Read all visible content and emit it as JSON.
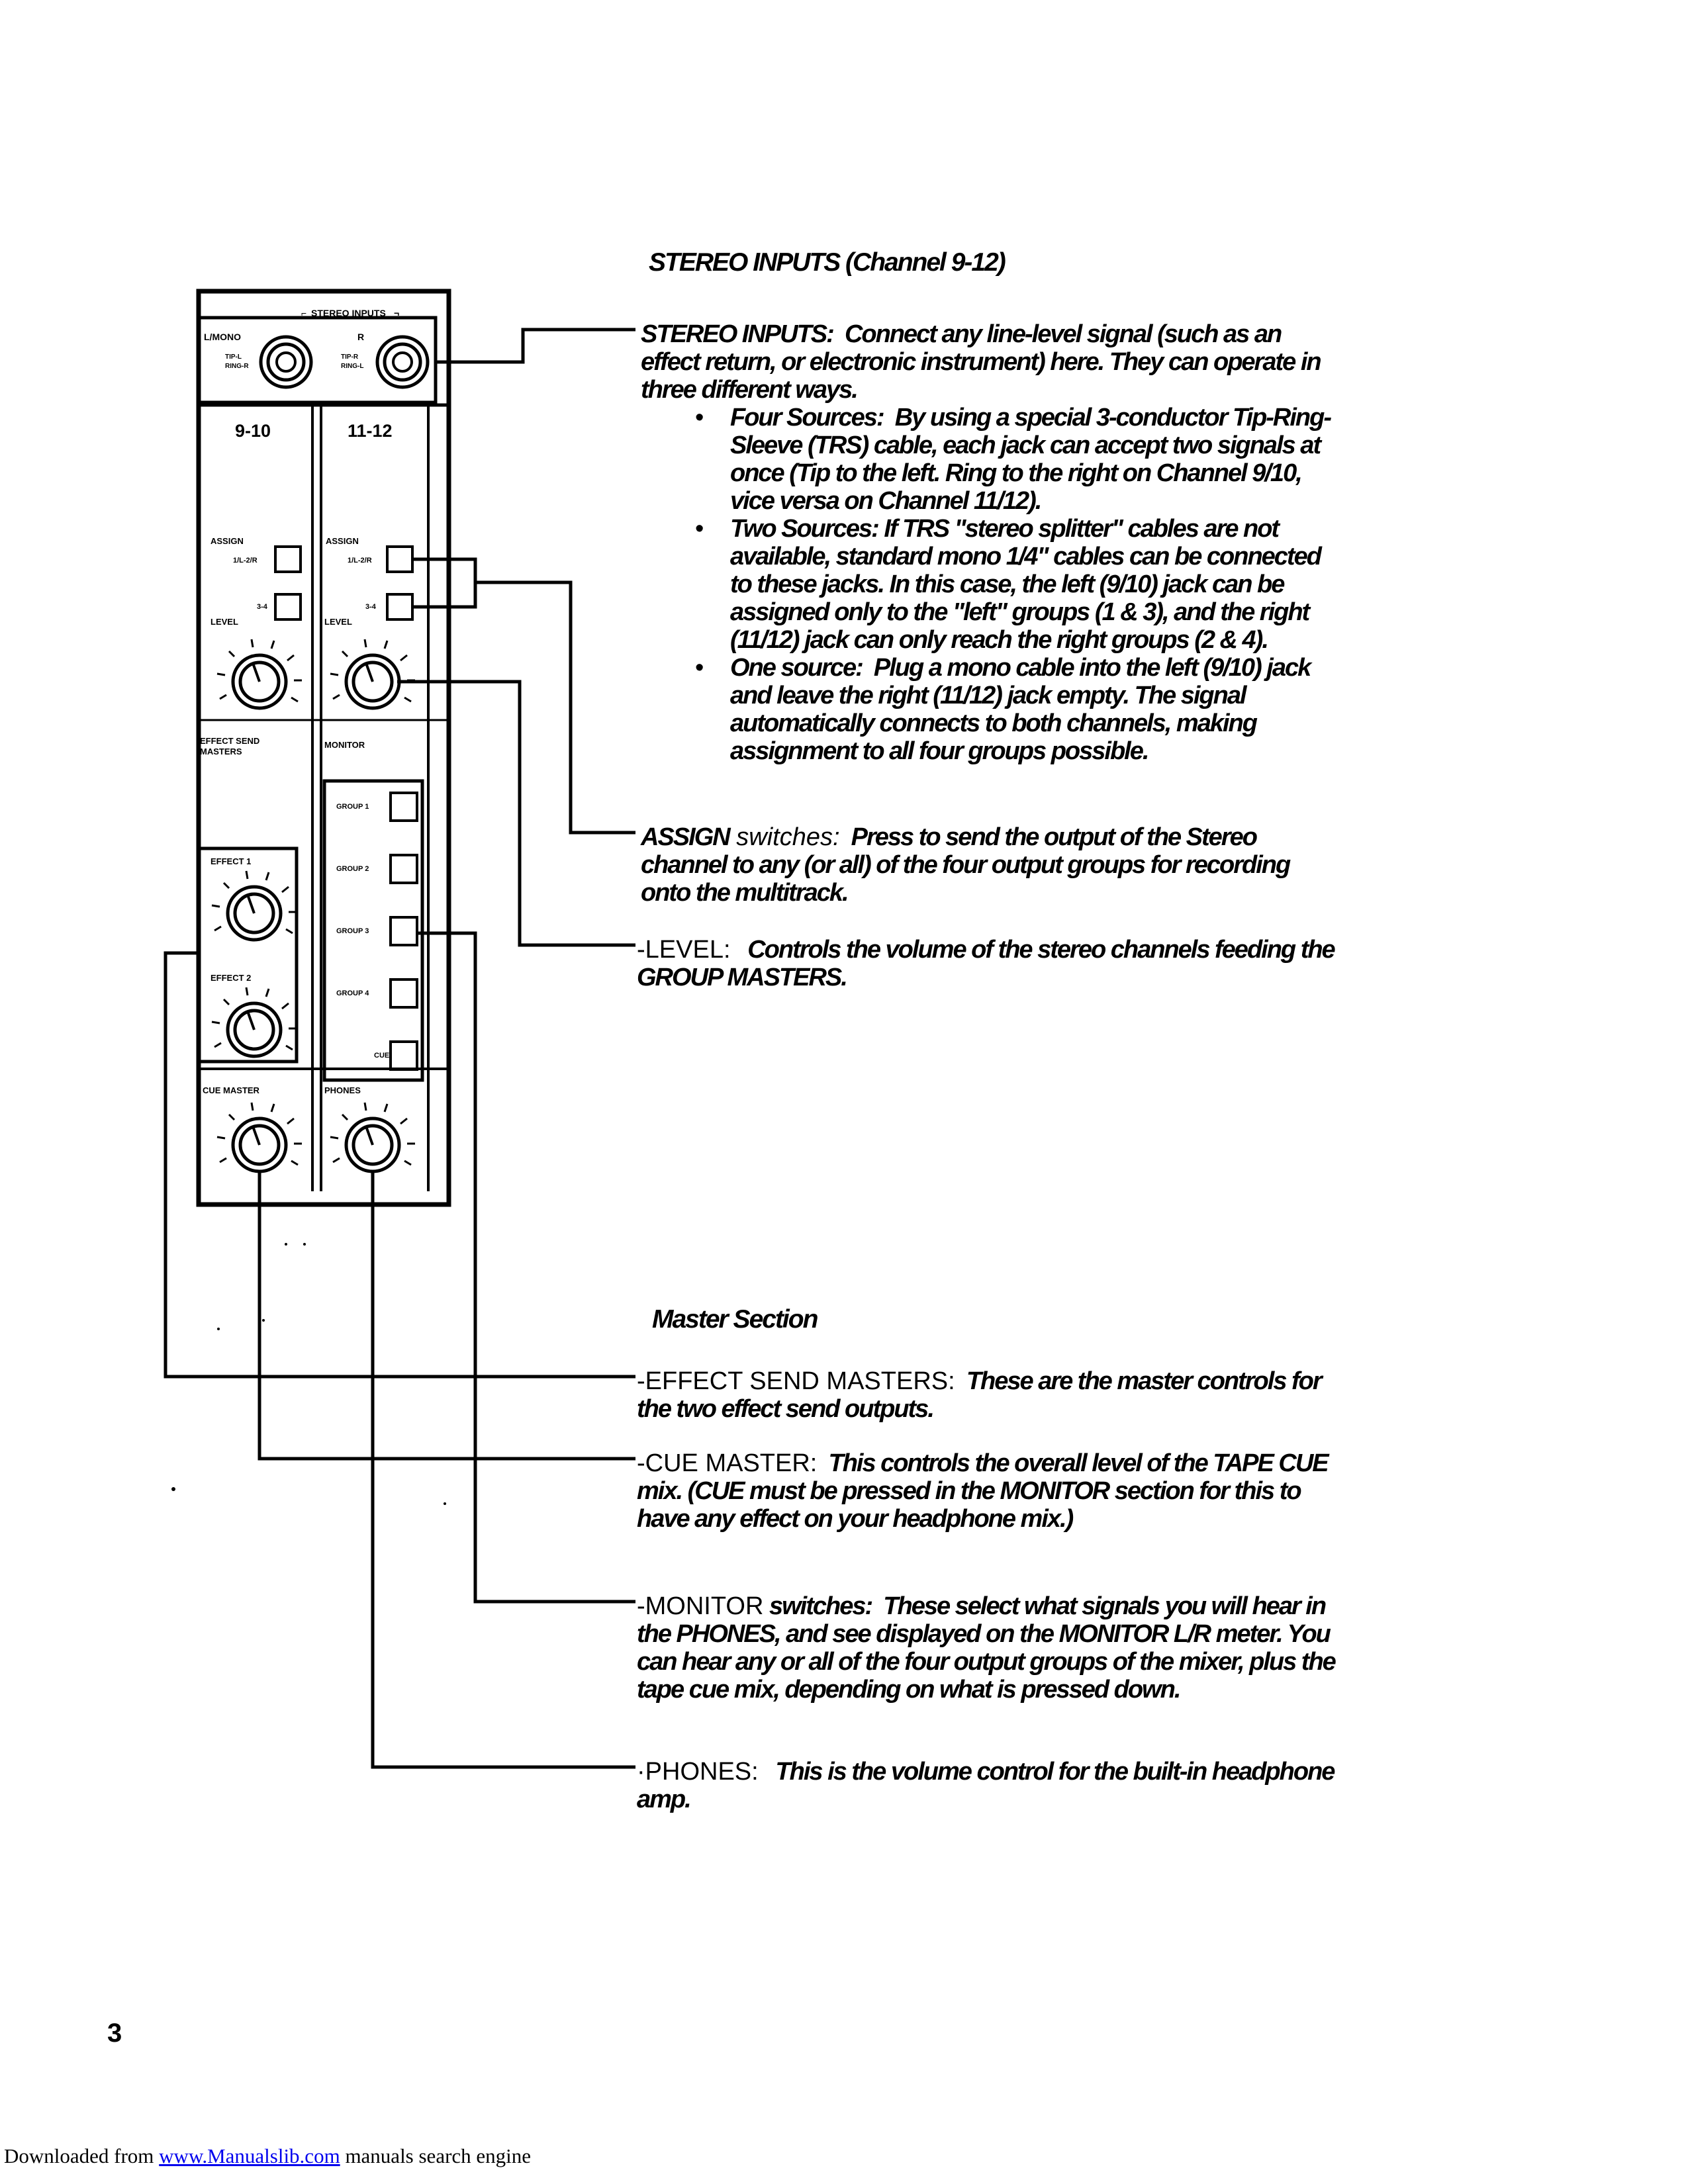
{
  "section_title": "STEREO INPUTS (Channel 9-12)",
  "stereo_inputs": {
    "label": "STEREO INPUTS:",
    "text": "Connect any line-level signal (such as an effect return, or electronic instrument) here. They can operate in three different ways.",
    "bullet_symbol": "•",
    "bullets": [
      {
        "label": "Four Sources:",
        "text": "By using a special 3-conductor Tip-Ring-Sleeve (TRS) cable, each jack can accept two signals at once (Tip to the left. Ring to the right on Channel 9/10, vice versa on Channel 11/12)."
      },
      {
        "label": "Two Sources:",
        "text": "If TRS \"stereo splitter\" cables are not available, standard mono 1/4\" cables can be connected to these jacks. In this case, the left (9/10) jack can be assigned only to the \"left\" groups (1 & 3), and the right (11/12) jack can only reach the right groups (2 & 4)."
      },
      {
        "label": "One source:",
        "text": "Plug a mono cable into the left (9/10) jack and leave the right (11/12) jack empty. The signal automatically connects to both channels, making assignment to all four groups possible."
      }
    ]
  },
  "assign": {
    "label": "ASSIGN",
    "label_rest": " switches:",
    "text": "Press to send the output of the Stereo channel to any (or all) of the four output groups for recording onto the multitrack."
  },
  "level": {
    "label": "-LEVEL:",
    "text": "Controls the volume of the stereo channels feeding the GROUP MASTERS."
  },
  "master_title": "Master Section",
  "effect_send": {
    "label": "-EFFECT SEND MASTERS:",
    "text": "These are the master controls for the two effect send outputs."
  },
  "cue_master": {
    "label": "-CUE MASTER:",
    "text": "This controls the overall level of the TAPE CUE mix. (CUE must be pressed in the MONITOR section for this to have any effect on your headphone mix.)"
  },
  "monitor": {
    "label": "-MONITOR",
    "label_rest": " switches:",
    "text": "These select what signals you will hear in the PHONES, and see displayed on the MONITOR L/R meter. You can hear any or all of the four output groups of the mixer, plus the tape cue mix, depending on what is pressed down."
  },
  "phones": {
    "label": "·PHONES:",
    "text": "This is the volume control for the built-in headphone amp."
  },
  "page_number": "3",
  "footer": {
    "prefix": "Downloaded from ",
    "link": "www.Manualslib.com",
    "suffix": " manuals search engine"
  },
  "panel": {
    "stereo_inputs_label": "STEREO INPUTS",
    "l_mono": "L/MONO",
    "r": "R",
    "tip_l_a": "TIP-L",
    "ring_r_a": "RING-R",
    "tip_r": "TIP-R",
    "ring_l": "RING-L",
    "ch_left": "9-10",
    "ch_right": "11-12",
    "assign": "ASSIGN",
    "assign_12": "1/L-2/R",
    "assign_34": "3-4",
    "level": "LEVEL",
    "effect_send_masters_1": "EFFECT SEND",
    "effect_send_masters_2": "MASTERS",
    "monitor": "MONITOR",
    "effect_1": "EFFECT 1",
    "effect_2": "EFFECT 2",
    "group_1": "GROUP 1",
    "group_2": "GROUP 2",
    "group_3": "GROUP 3",
    "group_4": "GROUP 4",
    "cue": "CUE",
    "cue_master": "CUE MASTER",
    "phones": "PHONES"
  }
}
